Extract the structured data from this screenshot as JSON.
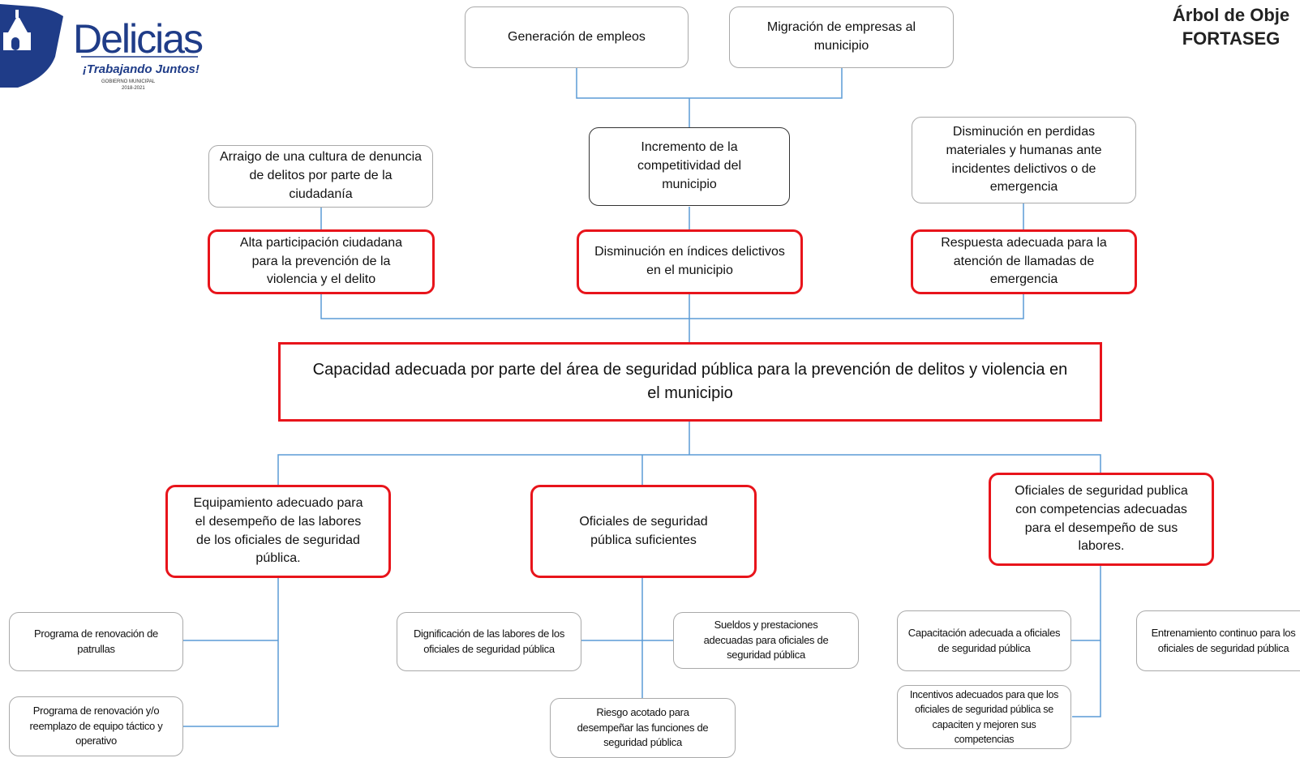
{
  "header": {
    "title_line1": "Árbol de Obje",
    "title_line2": "FORTASEG"
  },
  "logo": {
    "name": "Delicias",
    "slogan": "¡Trabajando Juntos!",
    "gov": "GOBIERNO MUNICIPAL",
    "years": "2018-2021"
  },
  "ends": {
    "empleos": "Generación de empleos",
    "migracion": "Migración de empresas al municipio",
    "competitividad": "Incremento de la competitividad del municipio",
    "arraigo": "Arraigo de una cultura de denuncia de delitos por parte de la ciudadanía",
    "perdidas": "Disminución en perdidas materiales y humanas ante incidentes delictivos o de emergencia"
  },
  "effects": {
    "participacion": "Alta participación ciudadana para la prevención de la violencia y el delito",
    "indices": "Disminución en índices delictivos en el municipio",
    "respuesta": "Respuesta adecuada para la atención de llamadas de emergencia"
  },
  "central": "Capacidad adecuada por parte del área de seguridad pública para la prevención de delitos y violencia en el municipio",
  "means": {
    "equipamiento": "Equipamiento adecuado para el desempeño de las labores de los oficiales de seguridad pública.",
    "suficientes": "Oficiales de seguridad pública suficientes",
    "competencias": "Oficiales de seguridad publica con competencias adecuadas para el desempeño de sus labores."
  },
  "actions": {
    "patrullas": "Programa de renovación de patrullas",
    "equipo": "Programa de renovación y/o reemplazo de equipo táctico y operativo",
    "dignificacion": "Dignificación de las labores de los oficiales de seguridad pública",
    "sueldos": "Sueldos y prestaciones adecuadas para oficiales de seguridad pública",
    "riesgo": "Riesgo acotado para desempeñar las funciones de seguridad pública",
    "capacitacion": "Capacitación adecuada a oficiales de seguridad pública",
    "incentivos": "Incentivos adecuados para que los oficiales de seguridad pública se capaciten y mejoren sus competencias",
    "entrenamiento": "Entrenamiento continuo para los oficiales de seguridad pública"
  }
}
